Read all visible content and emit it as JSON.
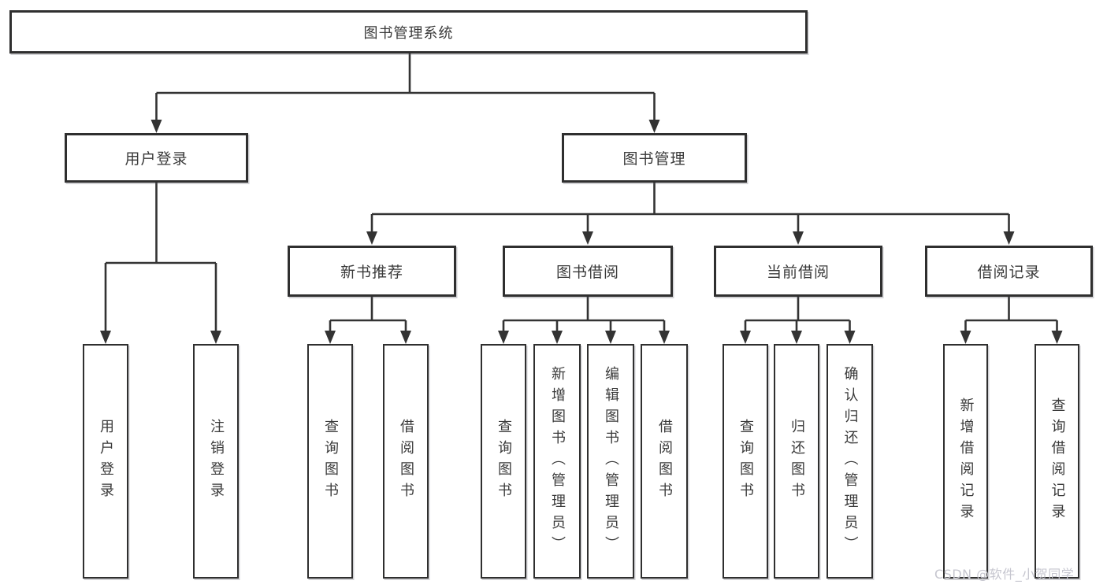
{
  "tree": {
    "root": {
      "label": "图书管理系统"
    },
    "user_login": {
      "label": "用户登录",
      "children": [
        {
          "label": "用户登录"
        },
        {
          "label": "注销登录"
        }
      ]
    },
    "book_mgmt": {
      "label": "图书管理",
      "groups": [
        {
          "label": "新书推荐",
          "children": [
            {
              "label": "查询图书"
            },
            {
              "label": "借阅图书"
            }
          ]
        },
        {
          "label": "图书借阅",
          "children": [
            {
              "label": "查询图书"
            },
            {
              "label": "新增图书（管理员）"
            },
            {
              "label": "编辑图书（管理员）"
            },
            {
              "label": "借阅图书"
            }
          ]
        },
        {
          "label": "当前借阅",
          "children": [
            {
              "label": "查询图书"
            },
            {
              "label": "归还图书"
            },
            {
              "label": "确认归还（管理员）"
            }
          ]
        },
        {
          "label": "借阅记录",
          "children": [
            {
              "label": "新增借阅记录"
            },
            {
              "label": "查询借阅记录"
            }
          ]
        }
      ]
    }
  },
  "watermark": "CSDN @软件_小贺同学",
  "colors": {
    "line": "#333333",
    "box_border": "#2f2f2f",
    "text": "#3a3a3a",
    "watermark": "#c6c6cf",
    "background": "#ffffff"
  }
}
